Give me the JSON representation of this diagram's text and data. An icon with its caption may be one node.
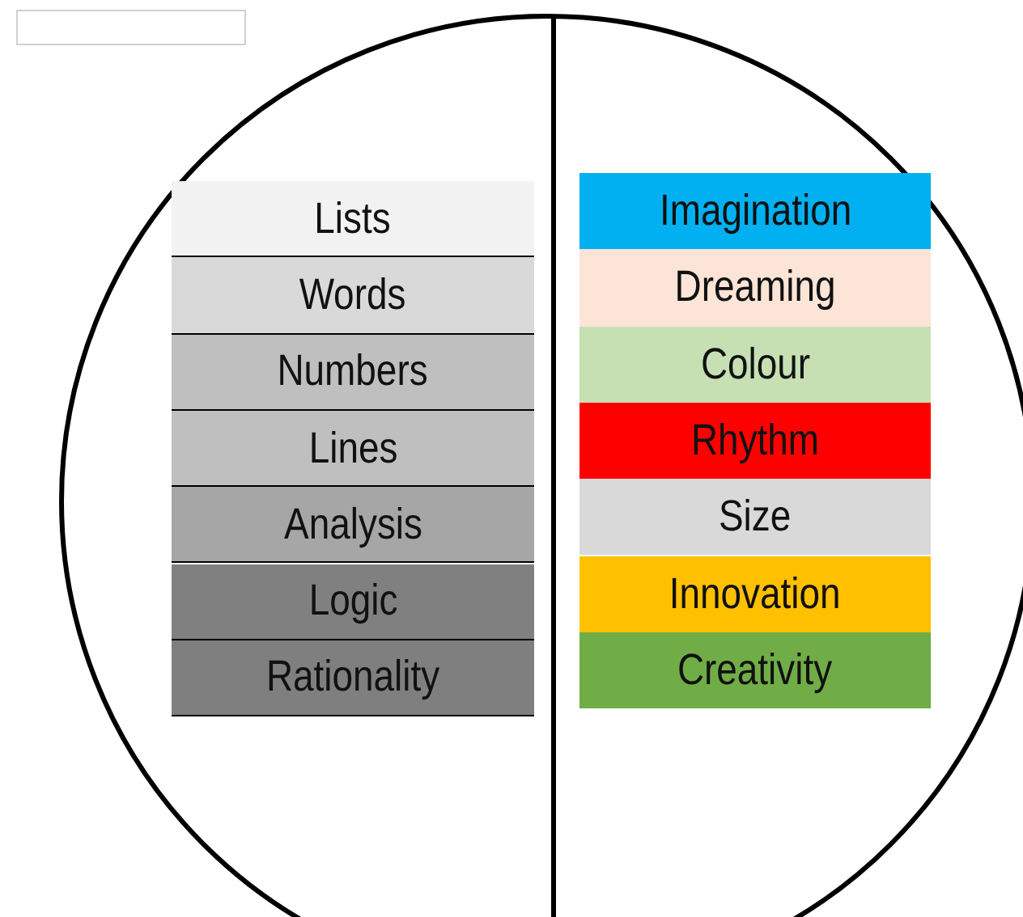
{
  "diagram": {
    "nodes": [
      {
        "text": [
          "Lists"
        ]
      },
      {
        "text": [
          "Words"
        ]
      },
      {
        "text": [
          "Numbers"
        ]
      },
      {
        "text": [
          "Lines"
        ]
      },
      {
        "text": [
          "Analysis"
        ]
      },
      {
        "text": [
          "Logic"
        ]
      },
      {
        "text": [
          "Rationality"
        ]
      },
      {
        "text": [
          "Imagination"
        ]
      },
      {
        "text": [
          "Dreaming"
        ]
      },
      {
        "text": [
          "Colour"
        ]
      },
      {
        "text": [
          "Rhythm"
        ]
      },
      {
        "text": [
          "Size"
        ]
      },
      {
        "text": [
          "Innovation"
        ]
      },
      {
        "text": [
          "Creativity"
        ]
      }
    ]
  }
}
